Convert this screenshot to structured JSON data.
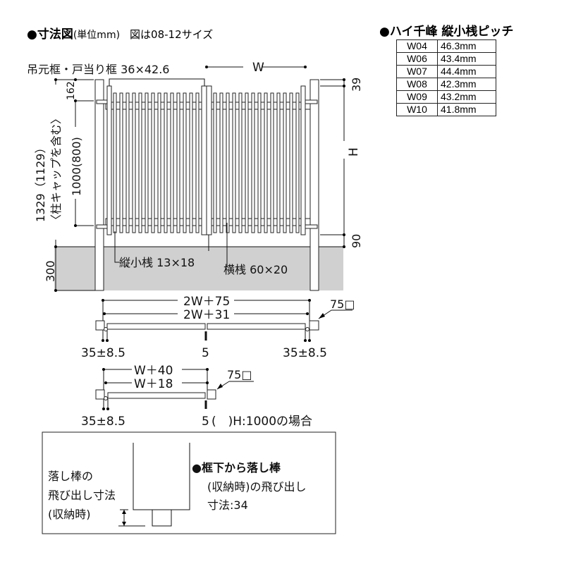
{
  "title": {
    "main": "●寸法図",
    "unit": "(単位mm)",
    "note": "図は08-12サイズ"
  },
  "pitch_table": {
    "title": "●ハイ千峰 縦小桟ピッチ",
    "rows": [
      {
        "code": "W04",
        "pitch": "46.3mm"
      },
      {
        "code": "W06",
        "pitch": "43.4mm"
      },
      {
        "code": "W07",
        "pitch": "44.4mm"
      },
      {
        "code": "W08",
        "pitch": "42.3mm"
      },
      {
        "code": "W09",
        "pitch": "43.2mm"
      },
      {
        "code": "W10",
        "pitch": "41.8mm"
      }
    ]
  },
  "elevation": {
    "frame_label": "吊元框・戸当り框 36×42.6",
    "w": "W",
    "h": "H",
    "d39": "39",
    "d90": "90",
    "d162": "162",
    "d300": "300",
    "total_height": "1329（1129）",
    "cap_note": "〈柱キャップを含む〉",
    "inner_height": "1000(800)",
    "picket_label": "縦小桟 13×18",
    "rail_label": "横桟 60×20"
  },
  "plan_double": {
    "outer": "2W＋75",
    "inner": "2W＋31",
    "post": "75□",
    "side_left": "35±8.5",
    "center": "5",
    "side_right": "35±8.5"
  },
  "plan_single": {
    "outer": "W＋40",
    "inner": "W＋18",
    "post": "75□",
    "side_left": "35±8.5",
    "center": "5",
    "note": "(　)H:1000の場合"
  },
  "drop_rod": {
    "left_lines": [
      "落し棒の",
      "飛び出し寸法",
      "(収納時)"
    ],
    "right_lines": [
      "●框下から落し棒",
      "(収納時)の飛び出し",
      "寸法:34"
    ]
  }
}
